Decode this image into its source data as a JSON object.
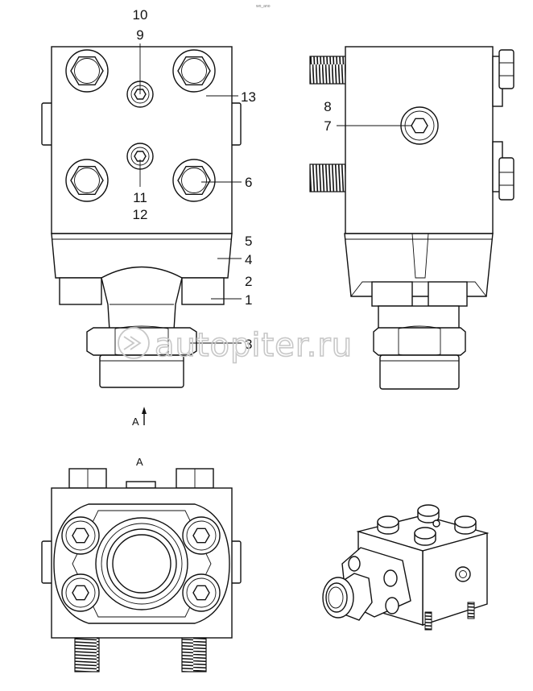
{
  "corner_text": "wo_ano",
  "watermark": "autopiter.ru",
  "view_arrow_label": "A",
  "view_title": "A",
  "front_view": {
    "labels": {
      "l10": "10",
      "l9": "9",
      "l13": "13",
      "l6": "6",
      "l11": "11",
      "l12": "12",
      "l5": "5",
      "l4": "4",
      "l2": "2",
      "l1": "1",
      "l3": "3"
    }
  },
  "side_view": {
    "labels": {
      "l8": "8",
      "l7": "7"
    }
  }
}
